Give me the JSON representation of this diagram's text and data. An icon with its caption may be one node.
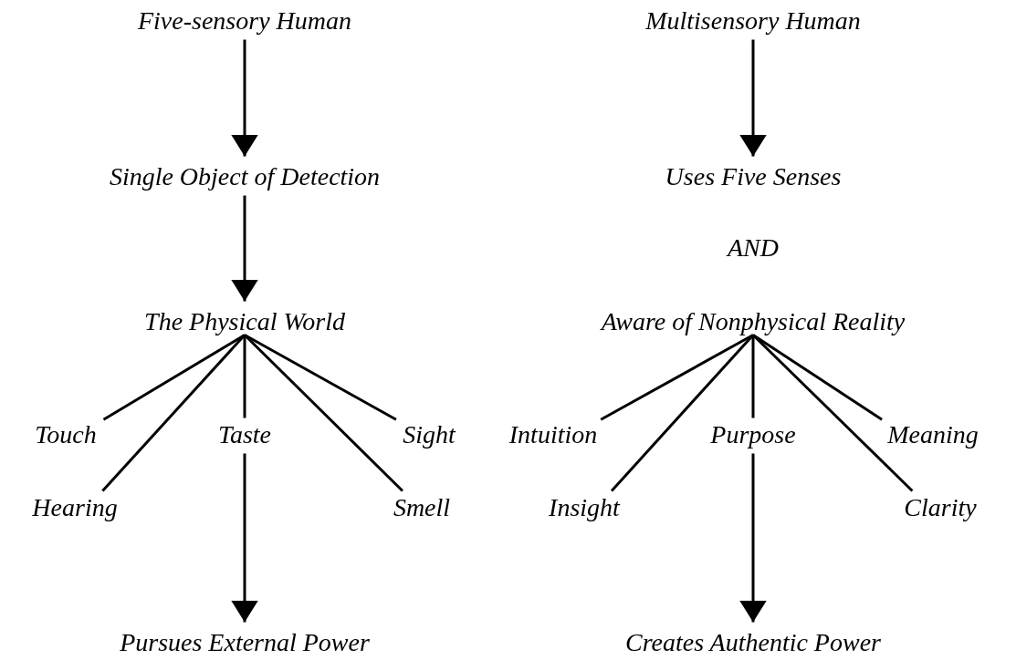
{
  "diagram": {
    "nodes": [
      {
        "text": [
          "Five-sensory Human"
        ]
      },
      {
        "text": [
          "Single Object of Detection"
        ]
      },
      {
        "text": [
          "The Physical World"
        ]
      },
      {
        "text": [
          "Touch"
        ]
      },
      {
        "text": [
          "Taste"
        ]
      },
      {
        "text": [
          "Sight"
        ]
      },
      {
        "text": [
          "Hearing"
        ]
      },
      {
        "text": [
          "Smell"
        ]
      },
      {
        "text": [
          "Pursues External Power"
        ]
      },
      {
        "text": [
          "Multisensory Human"
        ]
      },
      {
        "text": [
          "Uses Five Senses"
        ]
      },
      {
        "text": [
          "Aware of Nonphysical Reality"
        ]
      },
      {
        "text": [
          "Intuition"
        ]
      },
      {
        "text": [
          "Purpose"
        ]
      },
      {
        "text": [
          "Meaning"
        ]
      },
      {
        "text": [
          "Insight"
        ]
      },
      {
        "text": [
          "Clarity"
        ]
      },
      {
        "text": [
          "Creates Authentic Power"
        ]
      }
    ],
    "edges": [
      {
        "from": 0,
        "to": 1,
        "arrow": "to"
      },
      {
        "from": 1,
        "to": 2,
        "arrow": "to"
      },
      {
        "from": 2,
        "to": 3,
        "arrow": "none"
      },
      {
        "from": 2,
        "to": 4,
        "arrow": "none"
      },
      {
        "from": 2,
        "to": 5,
        "arrow": "none"
      },
      {
        "from": 2,
        "to": 6,
        "arrow": "none"
      },
      {
        "from": 2,
        "to": 7,
        "arrow": "none"
      },
      {
        "from": 4,
        "to": 8,
        "arrow": "to"
      },
      {
        "from": 9,
        "to": 10,
        "arrow": "to"
      },
      {
        "from": 11,
        "to": 12,
        "arrow": "none"
      },
      {
        "from": 11,
        "to": 13,
        "arrow": "none"
      },
      {
        "from": 11,
        "to": 14,
        "arrow": "none"
      },
      {
        "from": 11,
        "to": 15,
        "arrow": "none"
      },
      {
        "from": 11,
        "to": 16,
        "arrow": "none"
      },
      {
        "from": 13,
        "to": 17,
        "arrow": "to"
      }
    ],
    "labels": [
      "AND"
    ]
  }
}
